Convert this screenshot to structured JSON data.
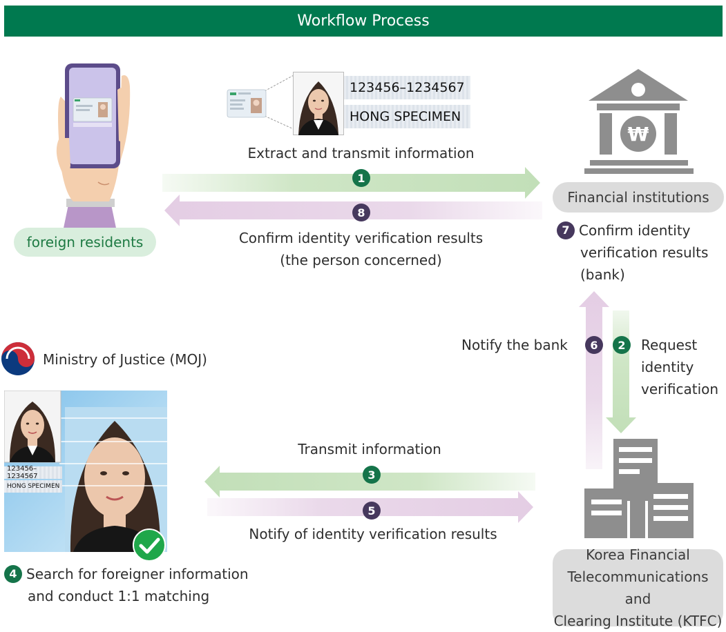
{
  "header": {
    "title": "Workflow Process"
  },
  "actors": {
    "foreign_residents": "foreign residents",
    "financial_institutions": "Financial institutions",
    "moj": "Ministry of Justice (MOJ)",
    "ktfc_line1": "Korea Financial",
    "ktfc_line2": "Telecommunications and",
    "ktfc_line3": "Clearing Institute (KTFC)"
  },
  "id_card": {
    "number": "123456–1234567",
    "name": "HONG SPECIMEN",
    "number_small": "123456–1234567",
    "name_small": "HONG SPECIMEN"
  },
  "steps": [
    {
      "num": "1",
      "label": "Extract and transmit information"
    },
    {
      "num": "2",
      "label_line1": "Request",
      "label_line2": "identity",
      "label_line3": "verification"
    },
    {
      "num": "3",
      "label": "Transmit information"
    },
    {
      "num": "4",
      "label_line1": "Search for foreigner information",
      "label_line2": "and conduct 1:1 matching"
    },
    {
      "num": "5",
      "label": "Notify of identity verification results"
    },
    {
      "num": "6",
      "label": "Notify the bank"
    },
    {
      "num": "7",
      "label_line1": "Confirm identity",
      "label_line2": "verification results",
      "label_line3": "(bank)"
    },
    {
      "num": "8",
      "label_line1": "Confirm identity verification results",
      "label_line2": "(the person concerned)"
    }
  ],
  "colors": {
    "header": "#00794f",
    "green_badge": "#15744a",
    "purple_badge": "#46385d",
    "green_arrow": "#cfe6c6",
    "purple_arrow": "#ead9ea",
    "icon_gray": "#8e8e8e",
    "check_green": "#1fa74a"
  },
  "icons": [
    "bank-icon",
    "building-icon",
    "phone-icon",
    "moj-logo",
    "check-icon"
  ]
}
